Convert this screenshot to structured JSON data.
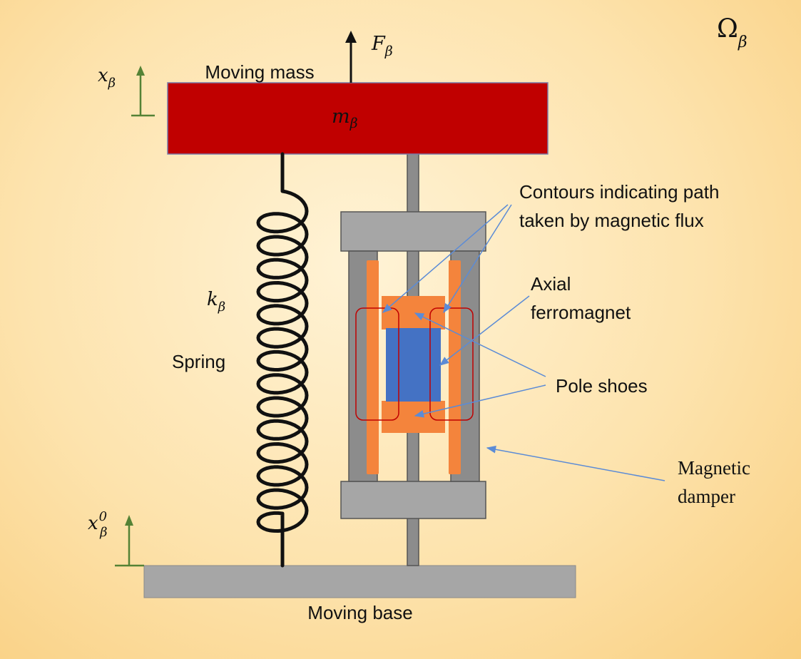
{
  "diagram": {
    "domain_symbol": "Ω",
    "domain_subscript": "β",
    "labels": {
      "moving_mass": "Moving mass",
      "mass_symbol": "m",
      "mass_subscript": "β",
      "force_symbol": "F",
      "force_subscript": "β",
      "x_symbol": "x",
      "x_subscript": "β",
      "x0_symbol": "x",
      "x0_subscript": "β",
      "x0_superscript": "0",
      "spring_const_symbol": "k",
      "spring_const_subscript": "β",
      "spring": "Spring",
      "contours_line1": "Contours indicating path",
      "contours_line2": "taken by magnetic flux",
      "axial_line1": "Axial",
      "axial_line2": "ferromagnet",
      "pole_shoes": "Pole shoes",
      "magnetic_damper_line1": "Magnetic",
      "magnetic_damper_line2": "damper",
      "moving_base": "Moving base"
    },
    "colors": {
      "mass": "#c00000",
      "base": "#a6a6a6",
      "damper_frame": "#8c8c8c",
      "pole_shoe": "#f4843c",
      "magnet": "#4472c4",
      "flux_contour": "#c00000",
      "arrow_green": "#548235",
      "leader_blue": "#5b8bd6",
      "spring": "#111111"
    }
  }
}
